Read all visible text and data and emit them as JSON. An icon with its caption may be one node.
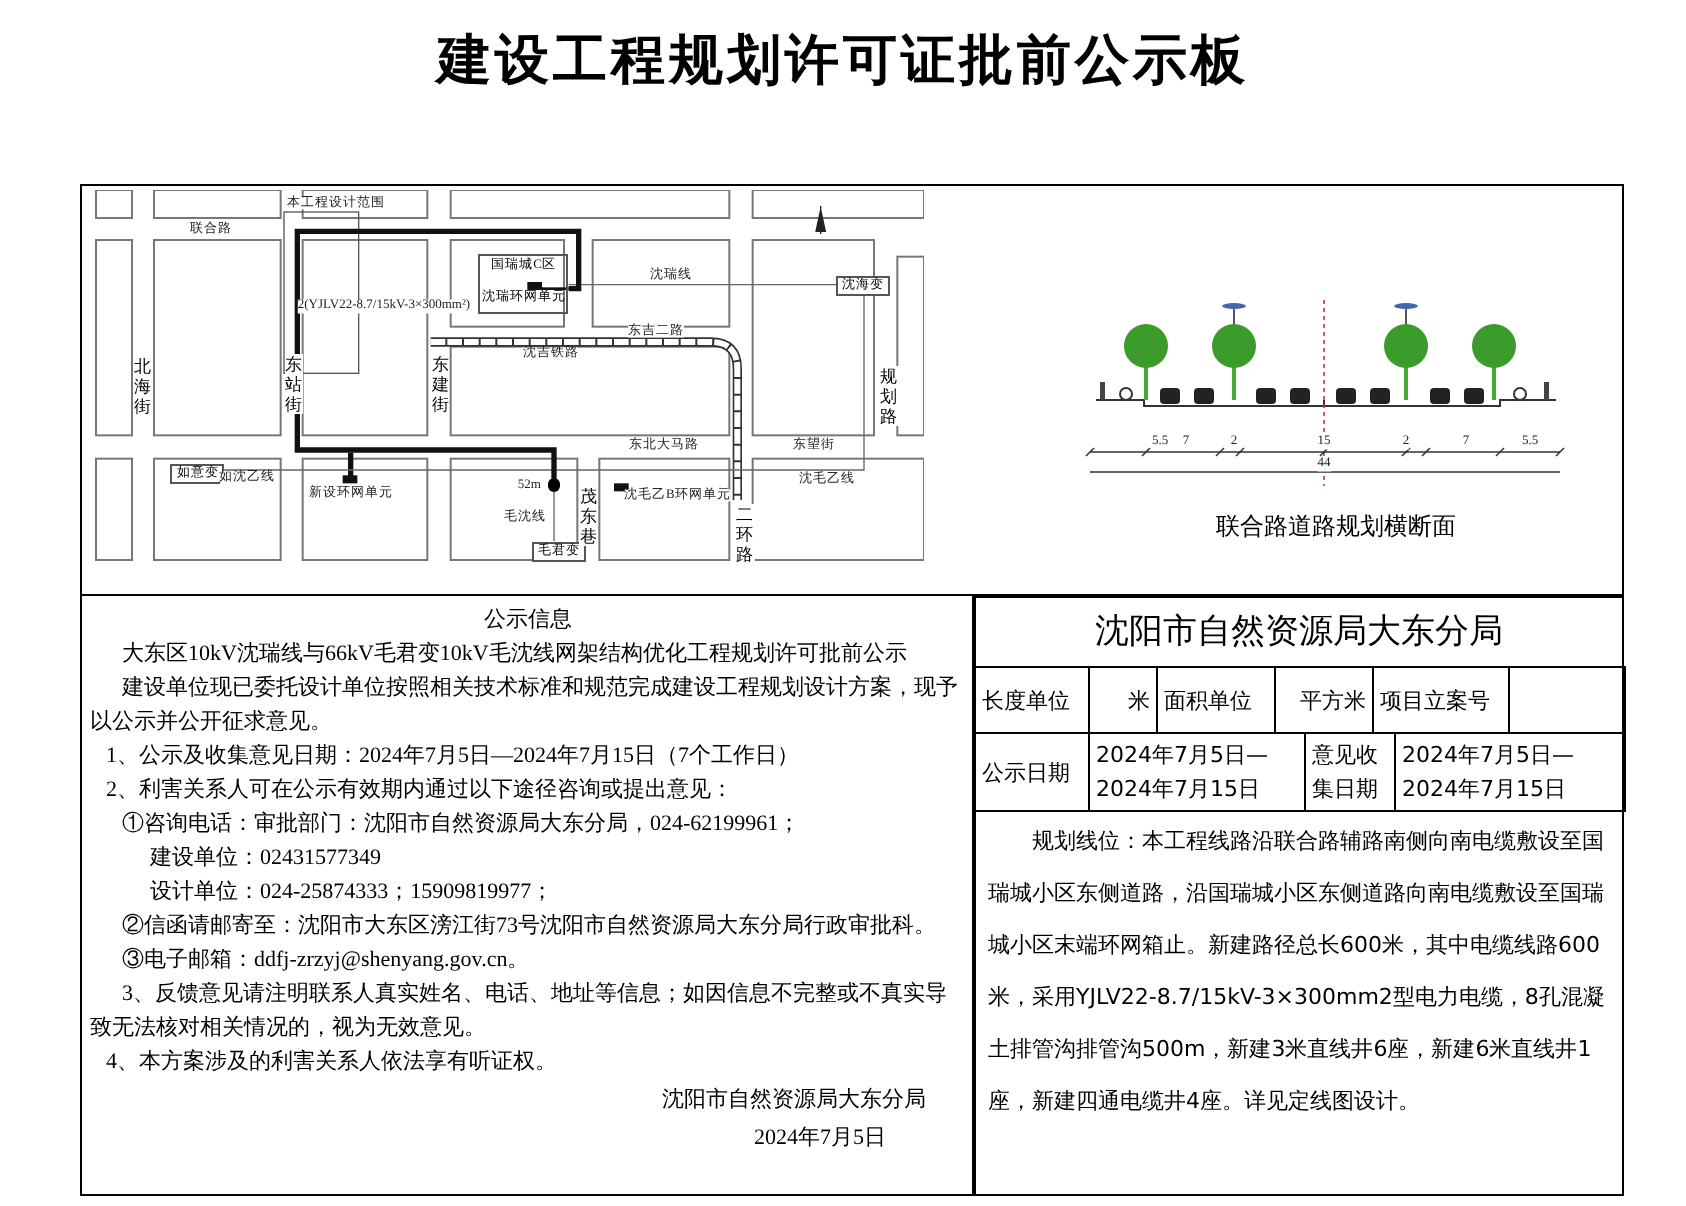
{
  "diagram": {
    "title": "建设工程规划许可证批前公示板",
    "nodes": [
      {
        "text": [
          "国瑞城C区",
          "沈瑞环网单元"
        ]
      },
      {
        "text": [
          "沈海变"
        ]
      },
      {
        "text": [
          "如意变"
        ]
      },
      {
        "text": [
          "毛君变"
        ]
      },
      {
        "text": [],
        "shape": "circle",
        "beside": [
          "52m"
        ]
      }
    ],
    "edges": [
      {
        "from": 0,
        "to": 1,
        "arrow": "none",
        "label": "沈瑞线"
      },
      {
        "from": 2,
        "to": 1,
        "arrow": "none"
      },
      {
        "from": 0,
        "to": 4,
        "arrow": "none",
        "style": "thick"
      },
      {
        "from": 3,
        "to": 4,
        "arrow": "none",
        "label": "毛沈线"
      }
    ],
    "labels": [
      "本工程设计范围",
      "联合路",
      "2(YJLV22-8.7/15kV-3×300mm²)",
      "东吉二路",
      "沈吉铁路",
      "北海街",
      "东站街",
      "东建街",
      "规划路",
      "东北大马路",
      "东望街",
      "如沈乙线",
      "新设环网单元",
      "茂东巷",
      "沈毛乙B环网单元",
      "沈毛乙线",
      "二环路",
      "5.5",
      "7",
      "2",
      "15",
      "2",
      "7",
      "5.5",
      "44",
      "联合路道路规划横断面",
      "公示信息",
      "大东区10kV沈瑞线与66kV毛君变10kV毛沈线网架结构优化工程规划许可批前公示",
      "建设单位现已委托设计单位按照相关技术标准和规范完成建设工程规划设计方案，现予以公示并公开征求意见。",
      "1、公示及收集意见日期：2024年7月5日—2024年7月15日（7个工作日）",
      "2、利害关系人可在公示有效期内通过以下途径咨询或提出意见：",
      "①咨询电话：审批部门：沈阳市自然资源局大东分局，024-62199961；",
      "建设单位：02431577349",
      "设计单位：024-25874333；15909819977；",
      "②信函请邮寄至：沈阳市大东区滂江街73号沈阳市自然资源局大东分局行政审批科。",
      "③电子邮箱：ddfj-zrzyj@shenyang.gov.cn。",
      "3、反馈意见请注明联系人真实姓名、电话、地址等信息；如因信息不完整或不真实导致无法核对相关情况的，视为无效意见。",
      "4、本方案涉及的利害关系人依法享有听证权。",
      "沈阳市自然资源局大东分局",
      "2024年7月5日",
      "沈阳市自然资源局大东分局",
      "长度单位",
      "米",
      "面积单位",
      "平方米",
      "项目立案号",
      "公示日期",
      "2024年7月5日—2024年7月15日",
      "意见收集日期",
      "2024年7月5日—2024年7月15日",
      "规划线位：本工程线路沿联合路辅路南侧向南电缆敷设至国瑞城小区东侧道路，沿国瑞城小区东侧道路向南电缆敷设至国瑞城小区末端环网箱止。新建路径总长600米，其中电缆线路600米，采用YJLV22-8.7/15kV-3×300mm2型电力电缆，8孔混凝土排管沟排管沟500m，新建3米直线井6座，新建6米直线井1座，新建四通电缆井4座。详见定线图设计。"
    ]
  }
}
